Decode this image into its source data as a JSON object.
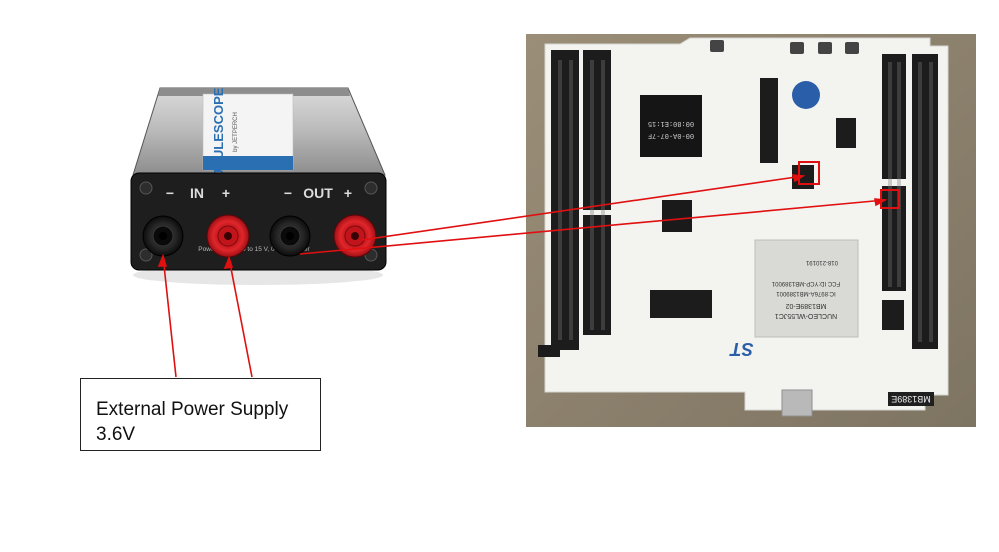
{
  "annotation": {
    "line1": "External Power Supply",
    "line2": "3.6V"
  },
  "device": {
    "brand": "JOULESCOPE",
    "maker": "by JETPERCH",
    "in_label": "IN",
    "out_label": "OUT",
    "minus": "−",
    "plus": "+",
    "fine_print": "Power Supply: 0 to 15 V, 0 to 3A  under"
  },
  "board": {
    "model": "MB1389E",
    "module": "NUCLEO-WL55JC1",
    "module_id": "MB1389E-02",
    "fcc": "FCC ID:YCP-MB1389001",
    "ic": "IC:8976A-MB1389001",
    "cert": "018-210191",
    "mac": "00:80:E1:15",
    "mac2": "00-0A-07-7F",
    "logo": "ST"
  },
  "colors": {
    "arrow": "#e01010",
    "jack_red": "#d5141a",
    "jack_black": "#141414",
    "board": "#f3f3f0",
    "header": "#1c1c1c"
  }
}
